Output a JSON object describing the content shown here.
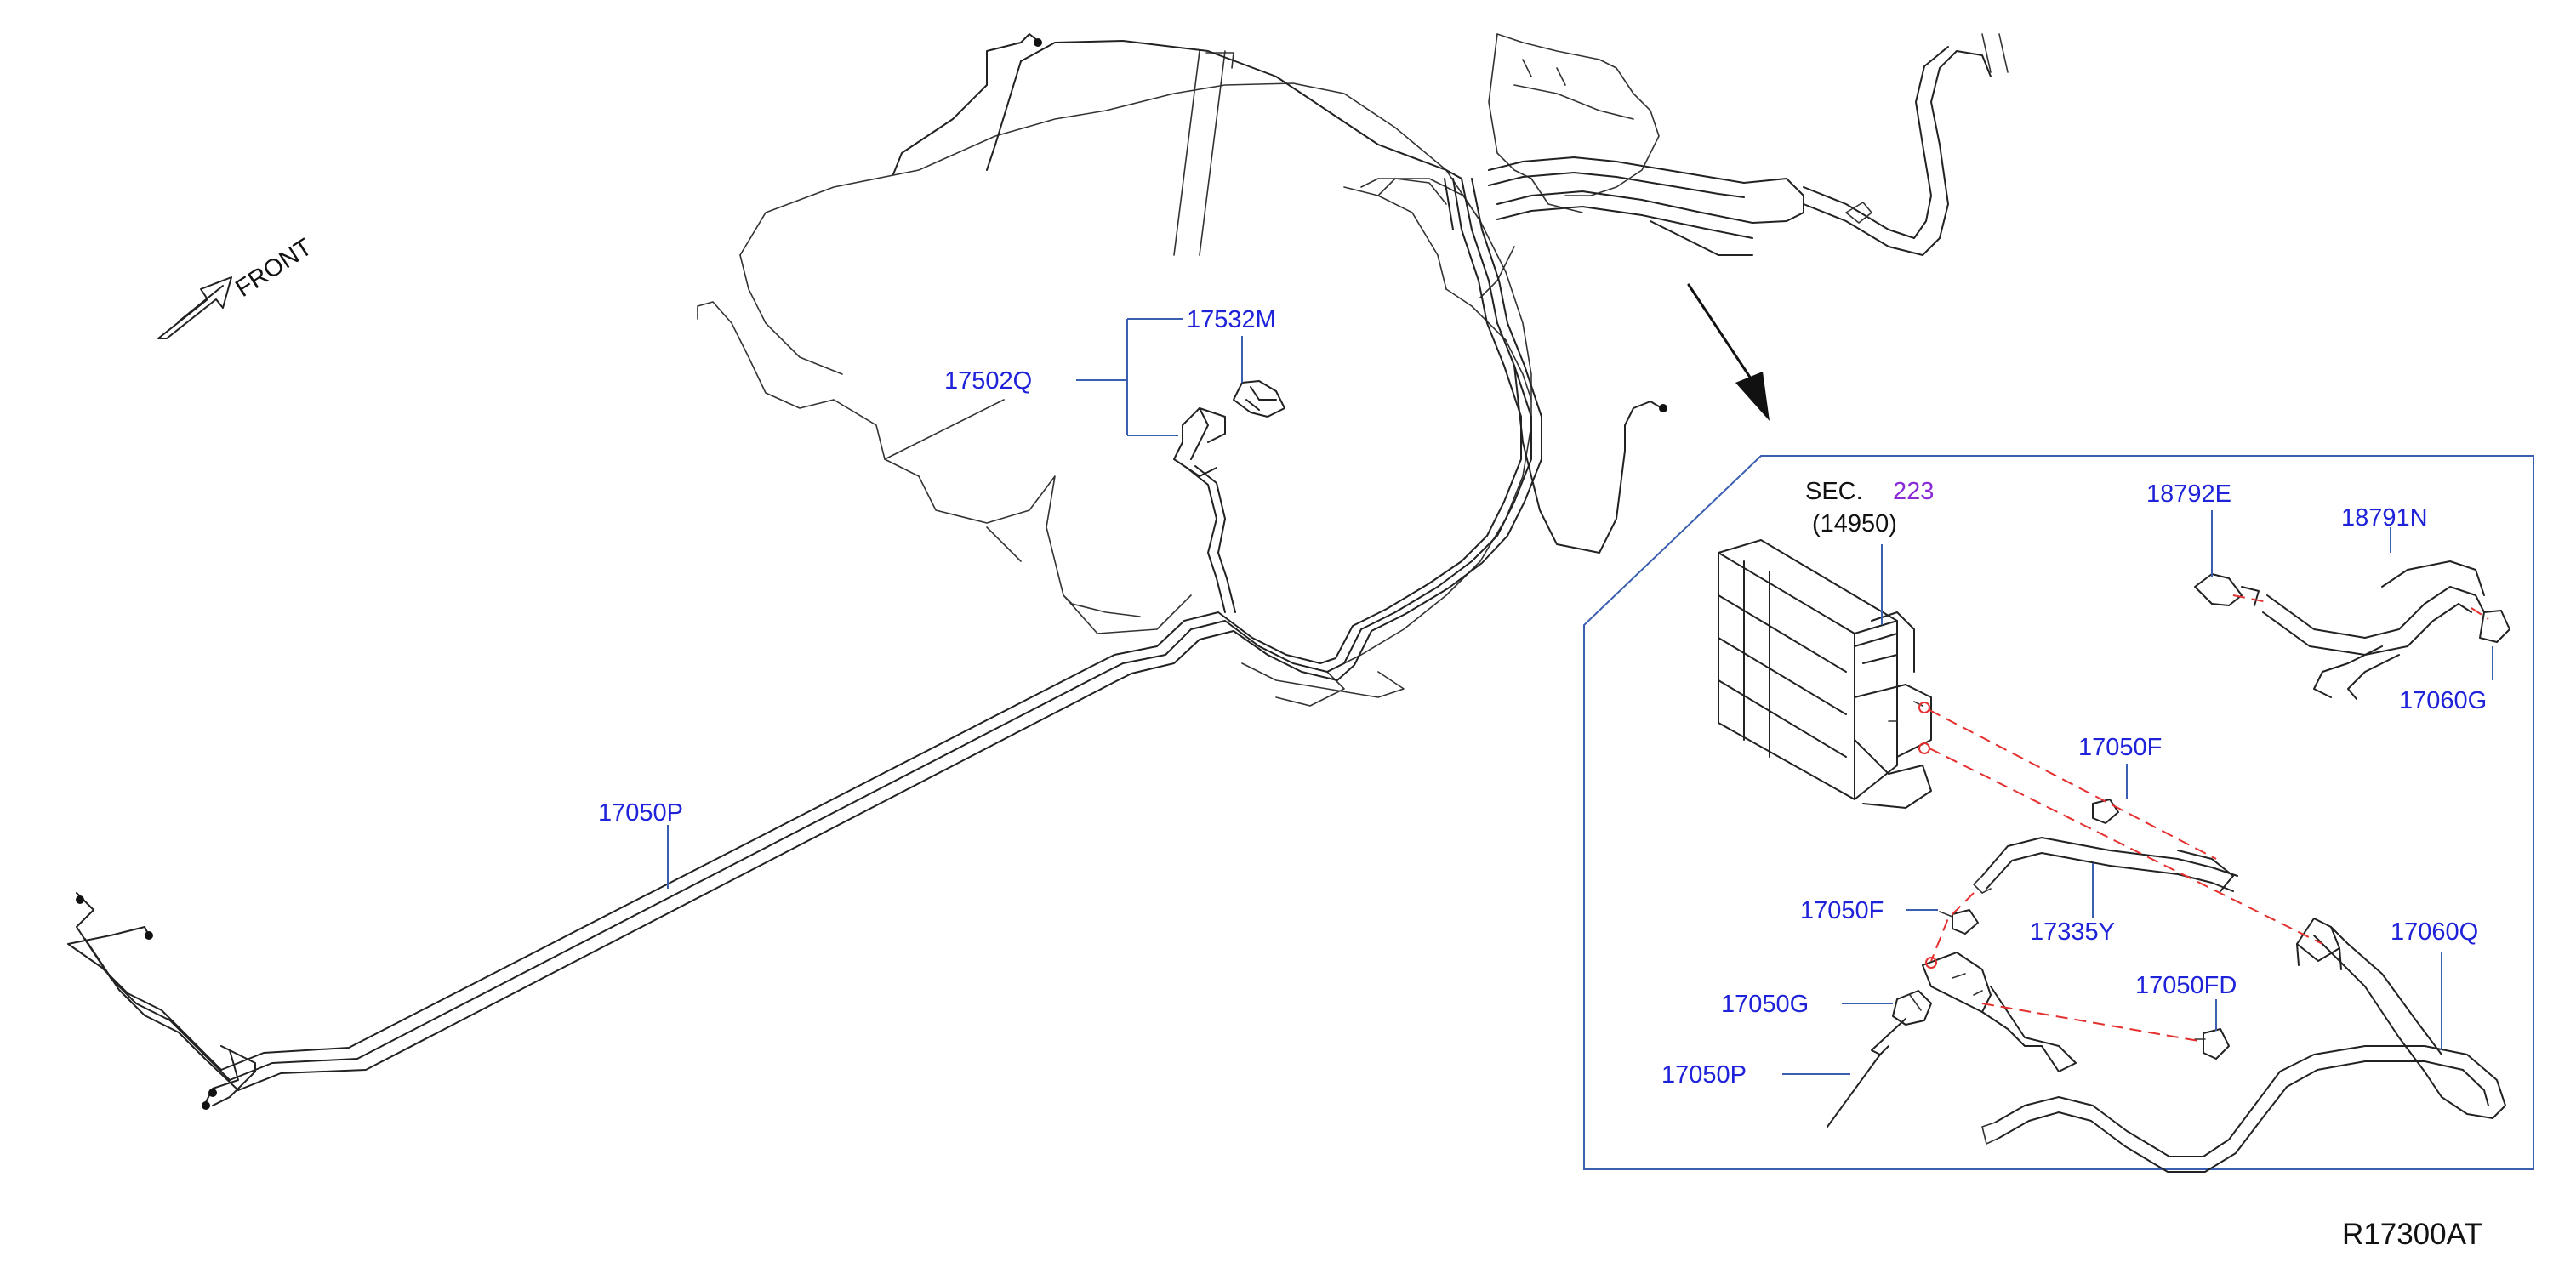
{
  "front_label": "FRONT",
  "diagram_code": "R17300AT",
  "section": {
    "prefix": "SEC.",
    "number": "223",
    "sub": "(14950)"
  },
  "parts": {
    "p17532M": "17532M",
    "p17502Q": "17502Q",
    "p17050P_main": "17050P",
    "p18792E": "18792E",
    "p18791N": "18791N",
    "p17060G": "17060G",
    "p17050F_upper": "17050F",
    "p17050F_lower": "17050F",
    "p17335Y": "17335Y",
    "p17060Q": "17060Q",
    "p17050G": "17050G",
    "p17050FD": "17050FD",
    "p17050P_inset": "17050P"
  },
  "colors": {
    "part_number": "#1e22d8",
    "section_number": "#8a2ad6",
    "inset_border": "#3a5fb0",
    "connection_dash": "#e53030"
  }
}
